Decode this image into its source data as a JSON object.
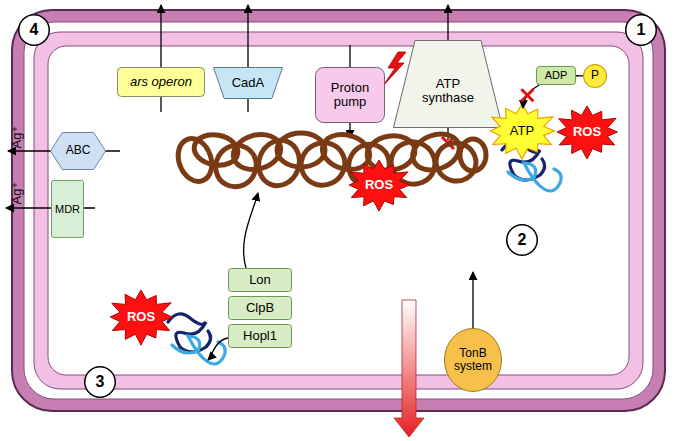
{
  "diagram": {
    "nodes": [
      {
        "text": [
          "4"
        ]
      },
      {
        "text": [
          "1"
        ]
      },
      {
        "text": [
          "ars operon"
        ]
      },
      {
        "text": [
          "CadA"
        ]
      },
      {
        "text": [
          "Proton pump"
        ]
      },
      {
        "text": [
          "ATP synthase"
        ]
      },
      {
        "text": [
          "ADP"
        ]
      },
      {
        "text": [
          "P"
        ]
      },
      {
        "text": [
          "ATP"
        ]
      },
      {
        "text": [
          "ABC"
        ]
      },
      {
        "text": [
          "ROS"
        ]
      },
      {
        "text": [
          "ROS"
        ]
      },
      {
        "text": [
          "MDR"
        ]
      },
      {
        "text": [
          "2"
        ]
      },
      {
        "text": [
          "ROS"
        ]
      },
      {
        "text": [
          "Lon"
        ]
      },
      {
        "text": [
          "ClpB"
        ]
      },
      {
        "text": [
          "Hopl1"
        ]
      },
      {
        "text": [
          "3"
        ]
      },
      {
        "text": [
          "TonB system"
        ]
      }
    ],
    "edges": [
      {
        "from": 6,
        "to": 7,
        "arrow": "none"
      },
      {
        "from": 6,
        "to": 8,
        "arrow": "to"
      }
    ],
    "labels": [
      "Ag⁺",
      "Ag⁺"
    ]
  }
}
